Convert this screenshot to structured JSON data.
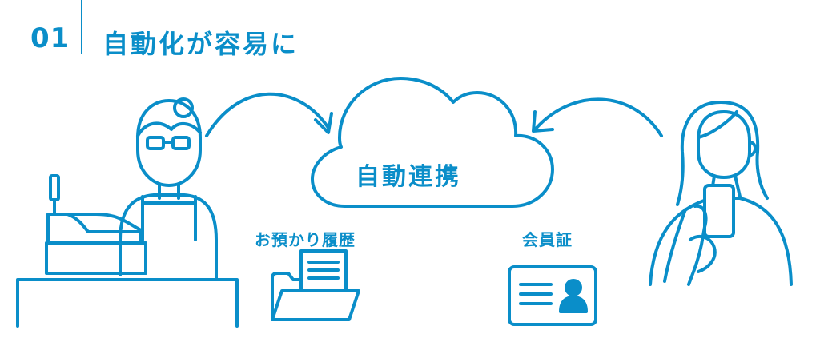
{
  "header": {
    "number": "01",
    "title": "自動化が容易に"
  },
  "diagram": {
    "cloud_label": "自動連携",
    "history_label": "お預かり履歴",
    "member_card_label": "会員証"
  },
  "colors": {
    "accent": "#0a8ec9",
    "background": "#ffffff"
  },
  "icons": [
    "cashier-person-icon",
    "cash-register-icon",
    "cloud-icon",
    "folder-document-icon",
    "member-card-icon",
    "smartphone-user-icon",
    "curved-arrow-icon"
  ]
}
